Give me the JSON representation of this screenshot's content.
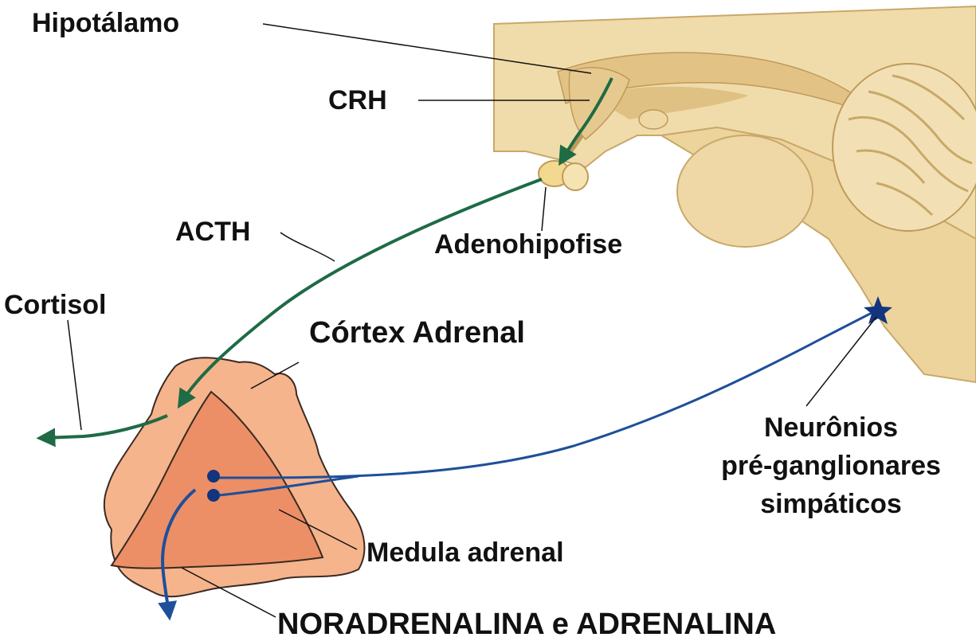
{
  "labels": {
    "hipotalamo": "Hipotálamo",
    "crh": "CRH",
    "acth": "ACTH",
    "adenohipofise": "Adenohipofise",
    "cortisol": "Cortisol",
    "cortex_adrenal": "Córtex Adrenal",
    "neuronios_line1": "Neurônios",
    "neuronios_line2": "pré-ganglionares",
    "neuronios_line3": "simpáticos",
    "medula_adrenal": "Medula adrenal",
    "catecholamines": "NORADRENALINA e  ADRENALINA"
  },
  "colors": {
    "hormone_pathway": "#1e6b45",
    "neural_pathway": "#1f4f9a",
    "brain_tissue": "#f0dcaa",
    "adrenal_cortex": "#f5b48c",
    "adrenal_medulla": "#ec8f66",
    "neuron": "#12357e"
  }
}
